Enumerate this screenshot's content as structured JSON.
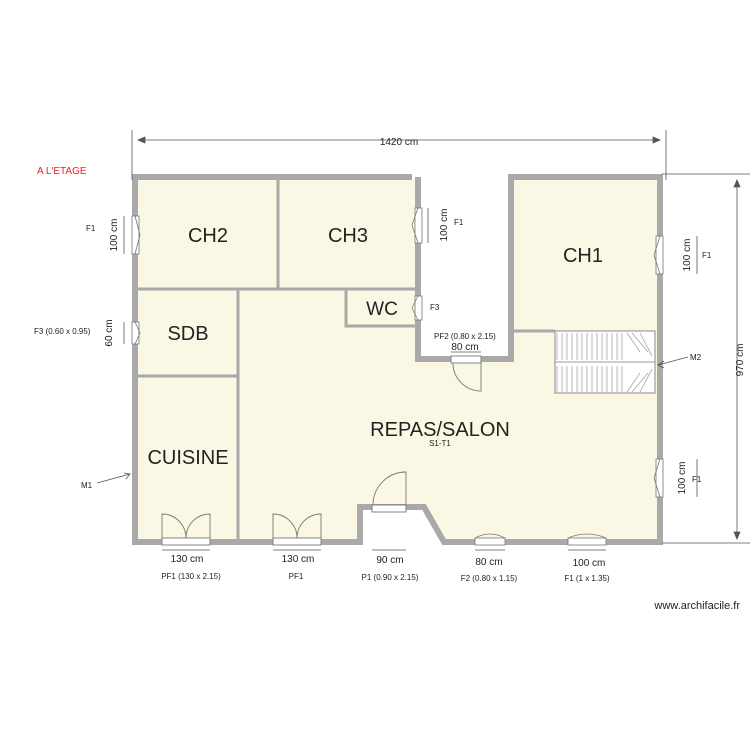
{
  "header": {
    "floor_note": "A L'ETAGE",
    "floor_note_color": "#e8231f"
  },
  "rooms": {
    "ch2": "CH2",
    "ch3": "CH3",
    "ch1": "CH1",
    "wc": "WC",
    "sdb": "SDB",
    "cuisine": "CUISINE",
    "repas_salon": "REPAS/SALON",
    "repas_salon_sub": "S1-T1"
  },
  "dimensions": {
    "overall_width": "1420 cm",
    "overall_height": "970 cm",
    "left_f1": "100 cm",
    "left_f3": "60 cm",
    "ch3_f1": "100 cm",
    "ch1_f1": "100 cm",
    "salon_f1": "100 cm",
    "pf2": "80 cm",
    "bottom_pf1_a": "130 cm",
    "bottom_pf1_b": "130 cm",
    "bottom_p1": "90 cm",
    "bottom_f2": "80 cm",
    "bottom_f1": "100 cm"
  },
  "openings": {
    "left_f1": "F1",
    "left_f3": "F3 (0.60 x 0.95)",
    "ch3_f1": "F1",
    "wc_f3": "F3",
    "pf2": "PF2 (0.80 x 2.15)",
    "ch1_f1": "F1",
    "salon_f1": "F1",
    "m1": "M1",
    "m2": "M2",
    "pf1_a": "PF1 (130 x 2.15)",
    "pf1_b": "PF1",
    "p1": "P1 (0.90 x 2.15)",
    "f2": "F2 (0.80 x 1.15)",
    "f1_bottom": "F1 (1 x 1.35)"
  },
  "footer": {
    "credit": "www.archifacile.fr"
  },
  "colors": {
    "wall": "#a9a9a9",
    "floor": "#faf8e4",
    "stairs": "#e9e9e9"
  }
}
